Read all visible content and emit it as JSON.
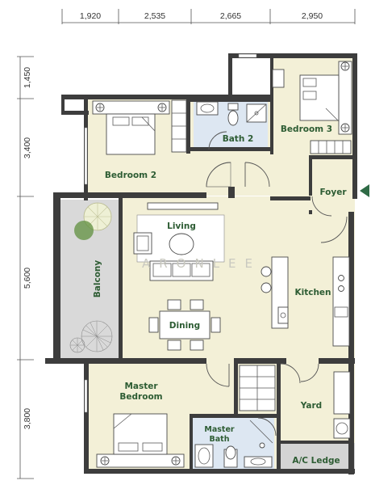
{
  "dimensions": {
    "horizontal": [
      "1,920",
      "2,535",
      "2,665",
      "2,950"
    ],
    "vertical": [
      "1,450",
      "3,400",
      "5,600",
      "3,800"
    ]
  },
  "rooms": {
    "bedroom2": "Bedroom 2",
    "bath2": "Bath 2",
    "bedroom3": "Bedroom 3",
    "foyer": "Foyer",
    "living": "Living",
    "balcony": "Balcony",
    "kitchen": "Kitchen",
    "dining": "Dining",
    "master_bedroom_line1": "Master",
    "master_bedroom_line2": "Bedroom",
    "master_bath_line1": "Master",
    "master_bath_line2": "Bath",
    "yard": "Yard",
    "ac_ledge": "A/C Ledge"
  },
  "watermark": "ARONLEE",
  "colors": {
    "floor": "#f3f0d7",
    "bath": "#dde7f2",
    "balcony": "#d9d9d9",
    "ledge": "#d4d4d4",
    "wall": "#3d3d3d",
    "label": "#2d5c33",
    "entrance_marker": "#2f6b46",
    "tree": "#5f8f3e"
  }
}
